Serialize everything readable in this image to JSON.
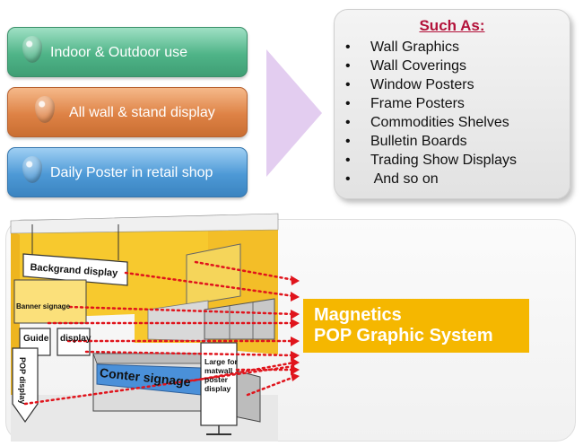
{
  "uses": [
    {
      "label": "Indoor & Outdoor use"
    },
    {
      "label": "All wall & stand display"
    },
    {
      "label": "Daily Poster in retail shop"
    }
  ],
  "such_as": {
    "title": "Such As:",
    "items": [
      "Wall Graphics",
      "Wall Coverings",
      "Window Posters",
      "Frame Posters",
      "Commodities Shelves",
      "Bulletin Boards",
      "Trading Show Displays",
      " And so on"
    ],
    "bullet": "•"
  },
  "scene_labels": {
    "background_display": "Backgrand display",
    "banner_signage": "Banner signage",
    "guide": "Guide",
    "display": "display",
    "pop_display": "POP display",
    "counter_signage": "Conter signage",
    "large_poster_line1": "Large for",
    "large_poster_line2": "matwall",
    "large_poster_line3": "poster",
    "large_poster_line4": "display"
  },
  "magnetics": {
    "line1": "Magnetics",
    "line2": "POP Graphic System"
  },
  "colors": {
    "green": "#4fb488",
    "orange": "#de8245",
    "blue": "#4d99d6",
    "title_red": "#b3123a",
    "magnetics_yellow": "#f5b700",
    "arrow_lavender": "#e3cdf0",
    "dots_red": "#e0141c",
    "wall_yellow": "#f7c92e"
  }
}
